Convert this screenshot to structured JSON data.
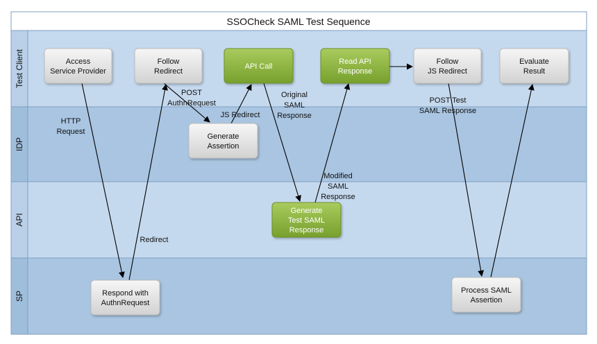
{
  "title": "SSOCheck SAML Test Sequence",
  "lanes": [
    {
      "id": "test_client",
      "label": "Test Client"
    },
    {
      "id": "idp",
      "label": "IDP"
    },
    {
      "id": "api",
      "label": "API"
    },
    {
      "id": "sp",
      "label": "SP"
    }
  ],
  "nodes": [
    {
      "id": "access_sp",
      "lines": [
        "Access",
        "Service Provider"
      ],
      "style": "gray",
      "lane": "test_client"
    },
    {
      "id": "follow_redirect",
      "lines": [
        "Follow",
        "Redirect"
      ],
      "style": "gray",
      "lane": "test_client"
    },
    {
      "id": "api_call",
      "lines": [
        "API Call"
      ],
      "style": "green",
      "lane": "test_client"
    },
    {
      "id": "read_api_response",
      "lines": [
        "Read API",
        "Response"
      ],
      "style": "green",
      "lane": "test_client"
    },
    {
      "id": "follow_js_redirect",
      "lines": [
        "Follow",
        "JS Redirect"
      ],
      "style": "gray",
      "lane": "test_client"
    },
    {
      "id": "evaluate_result",
      "lines": [
        "Evaluate",
        "Result"
      ],
      "style": "gray",
      "lane": "test_client"
    },
    {
      "id": "generate_assertion",
      "lines": [
        "Generate",
        "Assertion"
      ],
      "style": "gray",
      "lane": "idp"
    },
    {
      "id": "generate_test_saml",
      "lines": [
        "Generate",
        "Test SAML",
        "Response"
      ],
      "style": "green",
      "lane": "api"
    },
    {
      "id": "respond_authn",
      "lines": [
        "Respond with",
        "AuthnRequest"
      ],
      "style": "gray",
      "lane": "sp"
    },
    {
      "id": "process_saml",
      "lines": [
        "Process SAML",
        "Assertion"
      ],
      "style": "gray",
      "lane": "sp"
    }
  ],
  "edges": [
    {
      "id": "http_request",
      "from": "access_sp",
      "to": "respond_authn",
      "label_lines": [
        "HTTP",
        "Request"
      ]
    },
    {
      "id": "redirect",
      "from": "respond_authn",
      "to": "follow_redirect",
      "label_lines": [
        "Redirect"
      ]
    },
    {
      "id": "post_authn",
      "from": "follow_redirect",
      "to": "generate_assertion",
      "label_lines": [
        "POST",
        "AuthnRequest"
      ]
    },
    {
      "id": "js_redirect",
      "from": "generate_assertion",
      "to": "api_call",
      "label_lines": [
        "JS Redirect"
      ]
    },
    {
      "id": "original_saml",
      "from": "api_call",
      "to": "generate_test_saml",
      "label_lines": [
        "Original",
        "SAML",
        "Response"
      ]
    },
    {
      "id": "modified_saml",
      "from": "generate_test_saml",
      "to": "read_api_response",
      "label_lines": [
        "Modified",
        "SAML",
        "Response"
      ]
    },
    {
      "id": "read_to_follow",
      "from": "read_api_response",
      "to": "follow_js_redirect",
      "label_lines": []
    },
    {
      "id": "post_test_saml",
      "from": "follow_js_redirect",
      "to": "process_saml",
      "label_lines": [
        "POST Test",
        "SAML Response"
      ]
    },
    {
      "id": "process_to_evaluate",
      "from": "process_saml",
      "to": "evaluate_result",
      "label_lines": []
    }
  ],
  "colors": {
    "lane_light": "#c5d9ee",
    "lane_dark": "#a9c5e1",
    "label_col_light": "#b9d0e8",
    "label_col_dark": "#9fbedc",
    "border": "#7f9ec0",
    "node_gray_top": "#f4f4f4",
    "node_gray_bottom": "#d3d3d3",
    "node_green_top": "#a8c85c",
    "node_green_bottom": "#78a22f",
    "arrow": "#000000"
  }
}
